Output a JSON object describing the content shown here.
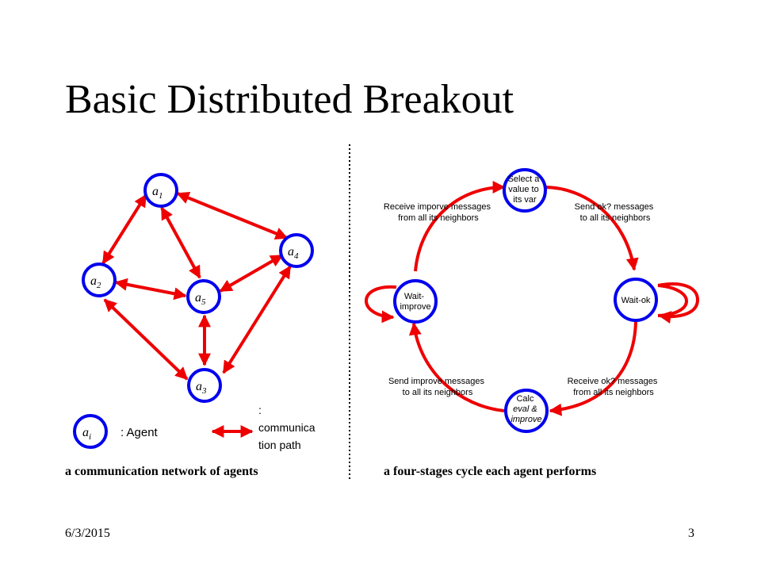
{
  "slide": {
    "title": "Basic Distributed Breakout",
    "date": "6/3/2015",
    "page_number": "3"
  },
  "network": {
    "caption": "a communication network of agents",
    "agents": [
      {
        "letter": "a",
        "sub": "1"
      },
      {
        "letter": "a",
        "sub": "2"
      },
      {
        "letter": "a",
        "sub": "3"
      },
      {
        "letter": "a",
        "sub": "4"
      },
      {
        "letter": "a",
        "sub": "5"
      }
    ],
    "legend": {
      "agent_symbol_letter": "a",
      "agent_symbol_sub": "i",
      "agent_text": ": Agent",
      "path_text_lines": [
        ":",
        "communica",
        "tion path"
      ]
    }
  },
  "cycle": {
    "caption": "a four-stages cycle each agent performs",
    "stages": {
      "select": [
        "Select a",
        "value to",
        "its var"
      ],
      "wait_ok": [
        "Wait-ok"
      ],
      "calc": [
        "Calc",
        "eval &",
        "improve"
      ],
      "wait_improve": [
        "Wait-",
        "improve"
      ]
    },
    "transitions": {
      "top_right": [
        "Send ok? messages",
        "to all its neighbors"
      ],
      "bottom_right": [
        "Receive ok? messages",
        "from all its neighbors"
      ],
      "bottom_left": [
        "Send improve messages",
        "to all its neighbors"
      ],
      "top_left": [
        "Receive imporve messages",
        "from all its neighbors"
      ]
    }
  },
  "colors": {
    "node_stroke": "#0000ee",
    "arrow": "#ee0000",
    "divider": "#000000"
  }
}
